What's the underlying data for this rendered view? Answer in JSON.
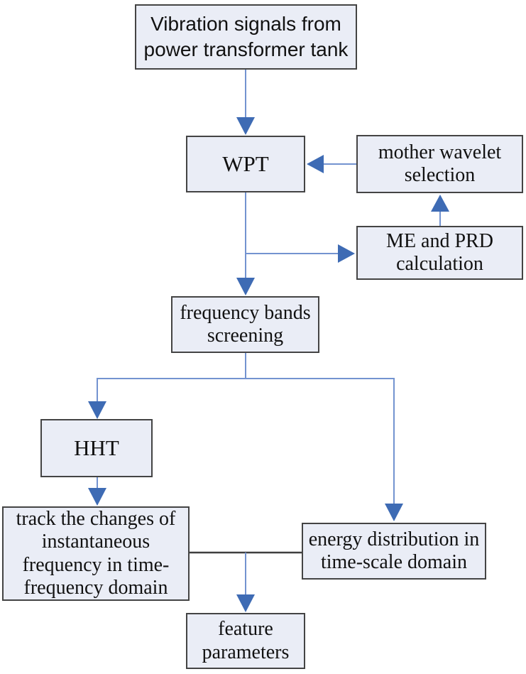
{
  "nodes": {
    "vibration": {
      "label": "Vibration signals from\npower transformer tank"
    },
    "wpt": {
      "label": "WPT"
    },
    "mother": {
      "label": "mother wavelet\nselection"
    },
    "meprd": {
      "label": "ME and PRD\ncalculation"
    },
    "freq": {
      "label": "frequency bands\nscreening"
    },
    "hht": {
      "label": "HHT"
    },
    "track": {
      "label": "track the changes of\ninstantaneous\nfrequency in time-\nfrequency domain"
    },
    "energy": {
      "label": "energy distribution in\ntime-scale domain"
    },
    "feature": {
      "label": "feature\nparameters"
    }
  },
  "colors": {
    "node_fill": "#eaedf6",
    "node_border": "#444444",
    "arrow_line": "#7393d0",
    "arrow_head": "#3e6bb4",
    "connector_dark": "#3f3f3f",
    "text_color": "#111111"
  }
}
